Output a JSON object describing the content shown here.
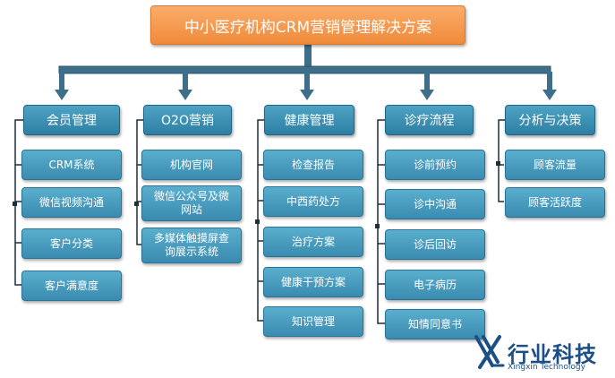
{
  "title": "中小医疗机构CRM营销管理解决方案",
  "categories": [
    {
      "label": "会员管理",
      "items": [
        "CRM系统",
        "微信视频沟通",
        "客户分类",
        "客户满意度"
      ]
    },
    {
      "label": "O2O营销",
      "items": [
        "机构官网",
        "微信公众号及微网站",
        "多媒体触摸屏查询展示系统"
      ]
    },
    {
      "label": "健康管理",
      "items": [
        "检查报告",
        "中西药处方",
        "治疗方案",
        "健康干预方案",
        "知识管理"
      ]
    },
    {
      "label": "诊疗流程",
      "items": [
        "诊前预约",
        "诊中沟通",
        "诊后回访",
        "电子病历",
        "知情同意书"
      ]
    },
    {
      "label": "分析与决策",
      "items": [
        "顾客流量",
        "顾客活跃度"
      ]
    }
  ],
  "logo": {
    "name": "行业科技",
    "subtitle": "Xingxin Technology"
  },
  "colors": {
    "title": "#f39447",
    "category": "#3b8db2",
    "item": "#4a9ec2",
    "connector": "#3d6f8a"
  }
}
